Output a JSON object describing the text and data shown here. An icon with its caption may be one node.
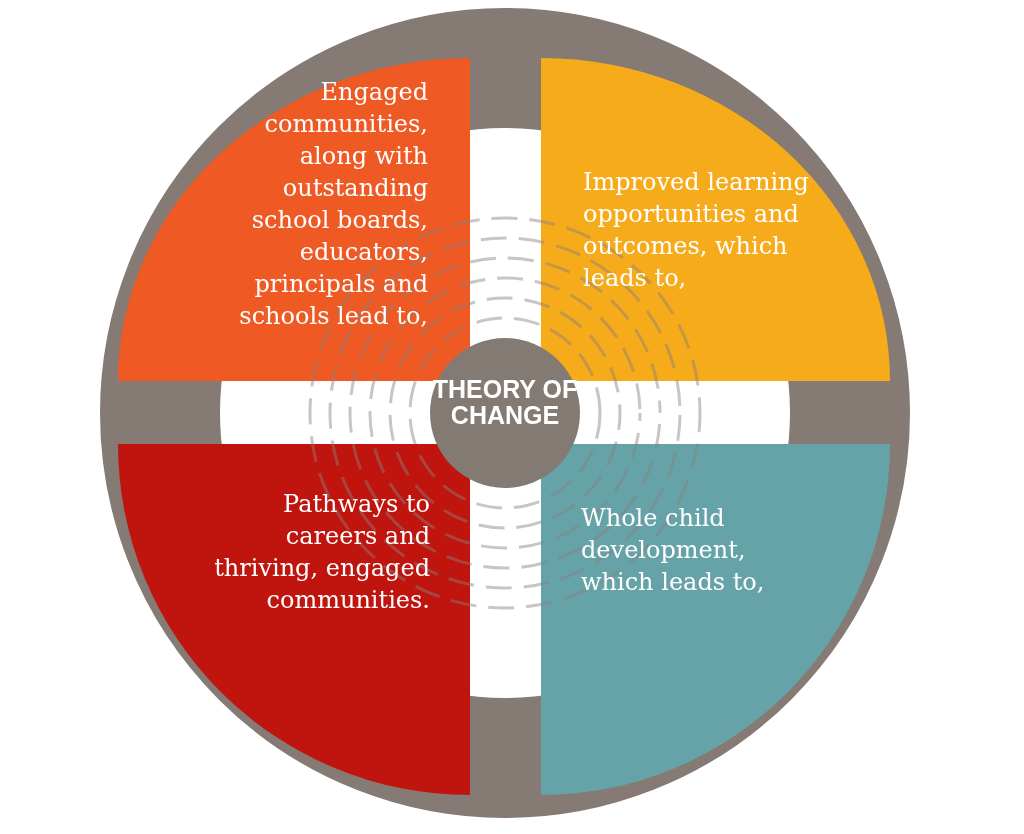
{
  "diagram": {
    "nodes": [
      {
        "text": [
          "THEORY OF CHANGE"
        ]
      },
      {
        "text": [
          "Engaged communities, along with outstanding school boards, educators, principals and schools lead to,"
        ]
      },
      {
        "text": [
          "Improved learning opportunities and outcomes, which leads to,"
        ]
      },
      {
        "text": [
          "Whole child development, which leads to,"
        ]
      },
      {
        "text": [
          "Pathways to careers and thriving, engaged communities."
        ]
      }
    ]
  }
}
